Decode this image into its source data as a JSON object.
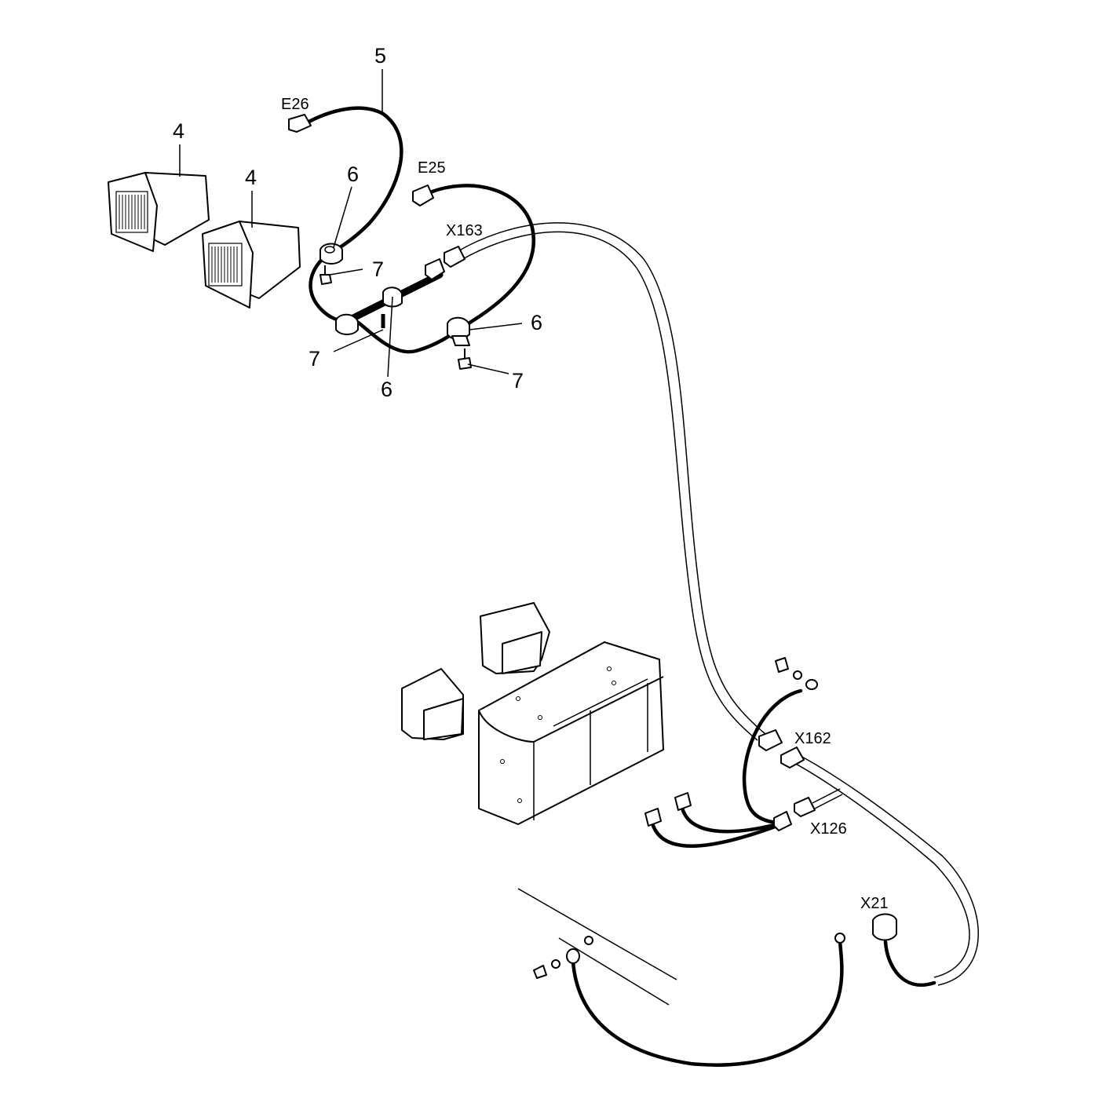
{
  "labels": {
    "item_5": "5",
    "item_4_left": "4",
    "item_4_right": "4",
    "item_6_top": "6",
    "item_6_right": "6",
    "item_6_bottom": "6",
    "item_7_top": "7",
    "item_7_left": "7",
    "item_7_bottom": "7",
    "e26": "E26",
    "e25": "E25",
    "x163": "X163",
    "x162": "X162",
    "x126": "X126",
    "x21": "X21"
  }
}
